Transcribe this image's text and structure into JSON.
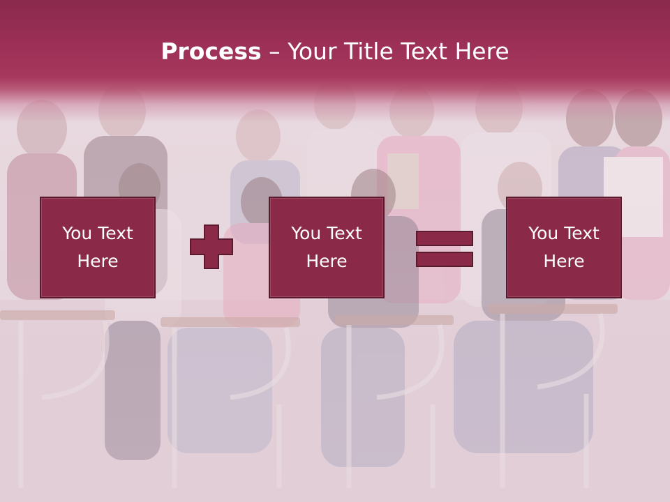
{
  "slide": {
    "title_bold": "Process",
    "title_rest": " – Your Title Text Here"
  },
  "boxes": [
    {
      "line1": "You Text",
      "line2": "Here"
    },
    {
      "line1": "You Text",
      "line2": "Here"
    },
    {
      "line1": "You Text",
      "line2": "Here"
    }
  ],
  "colors": {
    "header": "#9b2f55",
    "box_fill": "#8b2a48",
    "box_border": "#5a1a2e",
    "operator": "#8b2a48"
  },
  "icons": [
    "plus-icon",
    "equals-icon"
  ]
}
